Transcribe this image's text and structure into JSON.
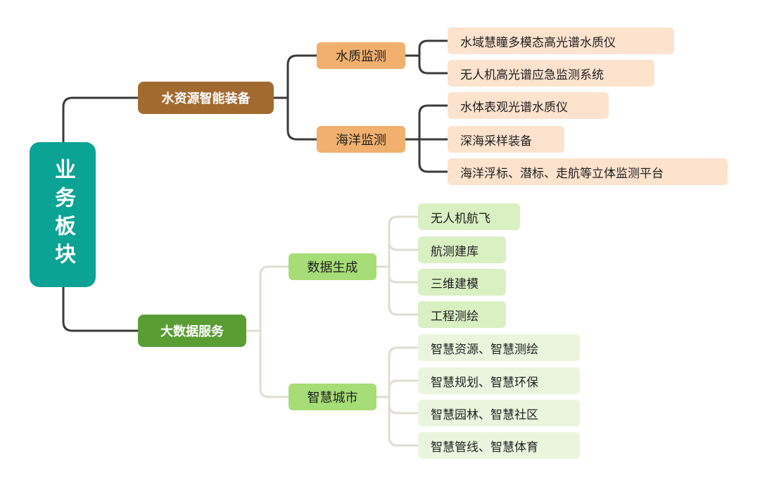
{
  "root": {
    "label": "业务板块"
  },
  "branches": [
    {
      "label": "水资源智能装备",
      "children": [
        {
          "label": "水质监测",
          "items": [
            "水域慧瞳多模态高光谱水质仪",
            "无人机高光谱应急监测系统"
          ]
        },
        {
          "label": "海洋监测",
          "items": [
            "水体表观光谱水质仪",
            "深海采样装备",
            "海洋浮标、潜标、走航等立体监测平台"
          ]
        }
      ]
    },
    {
      "label": "大数据服务",
      "children": [
        {
          "label": "数据生成",
          "items": [
            "无人机航飞",
            "航测建库",
            "三维建模",
            "工程测绘"
          ]
        },
        {
          "label": "智慧城市",
          "items": [
            "智慧资源、智慧测绘",
            "智慧规划、智慧环保",
            "智慧园林、智慧社区",
            "智慧管线、智慧体育"
          ]
        }
      ]
    }
  ],
  "colors": {
    "root": "#0aa394",
    "water_primary": "#a36a30",
    "water_secondary": "#f2b06f",
    "water_leaf": "#fde3cd",
    "data_primary": "#5a9d33",
    "data_secondary": "#a6dd76",
    "data_leaf": "#d9f0c3",
    "connector_dark": "#3a3a3a",
    "connector_light": "#e1dccf"
  }
}
